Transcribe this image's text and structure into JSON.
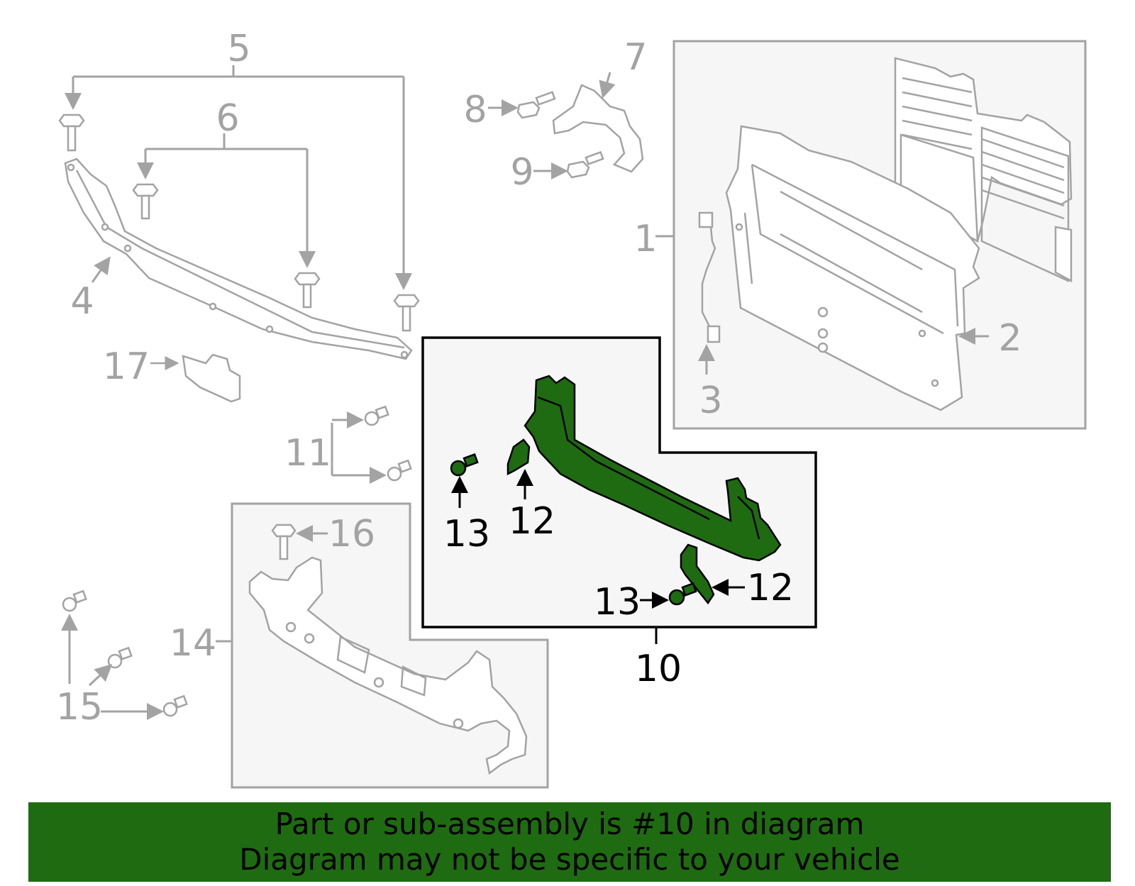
{
  "callouts": {
    "c1": "1",
    "c2": "2",
    "c3": "3",
    "c4": "4",
    "c5": "5",
    "c6": "6",
    "c7": "7",
    "c8": "8",
    "c9": "9",
    "c10": "10",
    "c11": "11",
    "c12a": "12",
    "c12b": "12",
    "c13a": "13",
    "c13b": "13",
    "c14": "14",
    "c15": "15",
    "c16": "16",
    "c17": "17"
  },
  "highlighted_part": "10",
  "banner": {
    "line1": "Part or sub-assembly is #10 in diagram",
    "line2": "Diagram may not be specific to your vehicle"
  },
  "colors": {
    "highlight_part": "#1f6b12",
    "banner_bg": "#1f6b12",
    "outline_grey": "#a3a3a3",
    "box_fill": "#f6f6f6"
  }
}
